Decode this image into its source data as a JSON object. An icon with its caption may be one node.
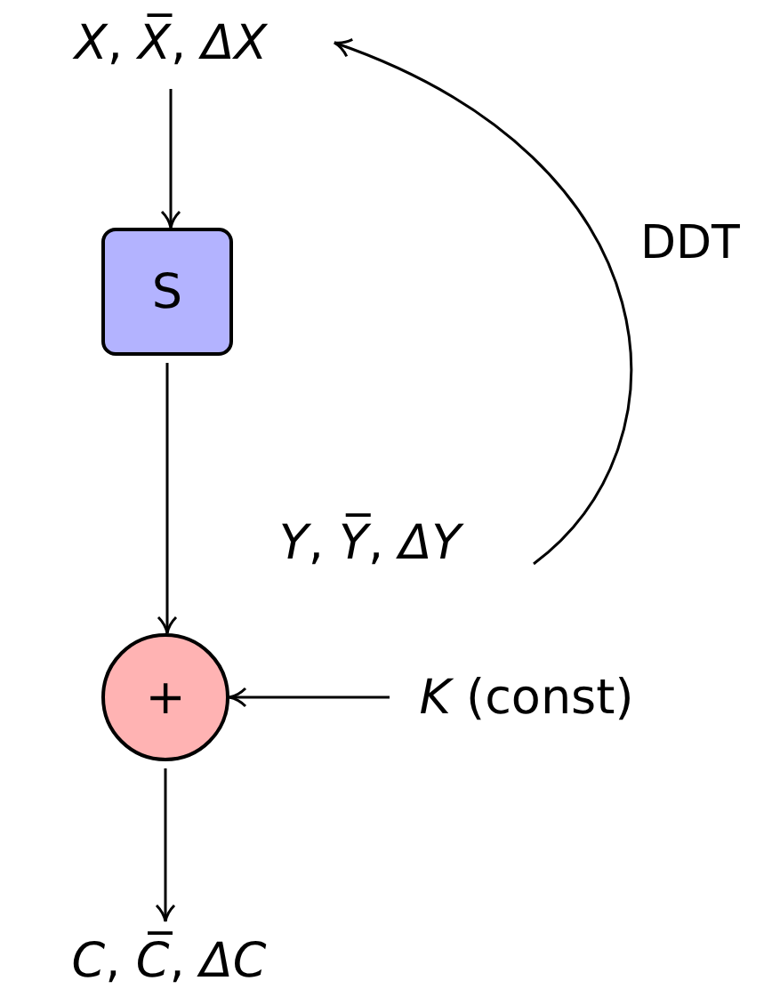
{
  "diagram": {
    "nodes": [
      {
        "text": [
          "*X*, *X̅*, *ΔX*"
        ]
      },
      {
        "text": [
          "S"
        ]
      },
      {
        "text": [
          "*Y*, *Y̅*, *ΔY*"
        ]
      },
      {
        "text": [
          "+"
        ]
      },
      {
        "text": [
          "*K* (const)"
        ]
      },
      {
        "text": [
          "*C*, *C̅*, *ΔC*"
        ]
      }
    ],
    "edges": [
      {
        "from": 0,
        "to": 1,
        "arrow": "to"
      },
      {
        "from": 1,
        "to": 3,
        "arrow": "to"
      },
      {
        "from": 2,
        "to": 0,
        "arrow": "to",
        "label": "DDT"
      },
      {
        "from": 4,
        "to": 3,
        "arrow": "to"
      },
      {
        "from": 3,
        "to": 5,
        "arrow": "to"
      }
    ]
  }
}
